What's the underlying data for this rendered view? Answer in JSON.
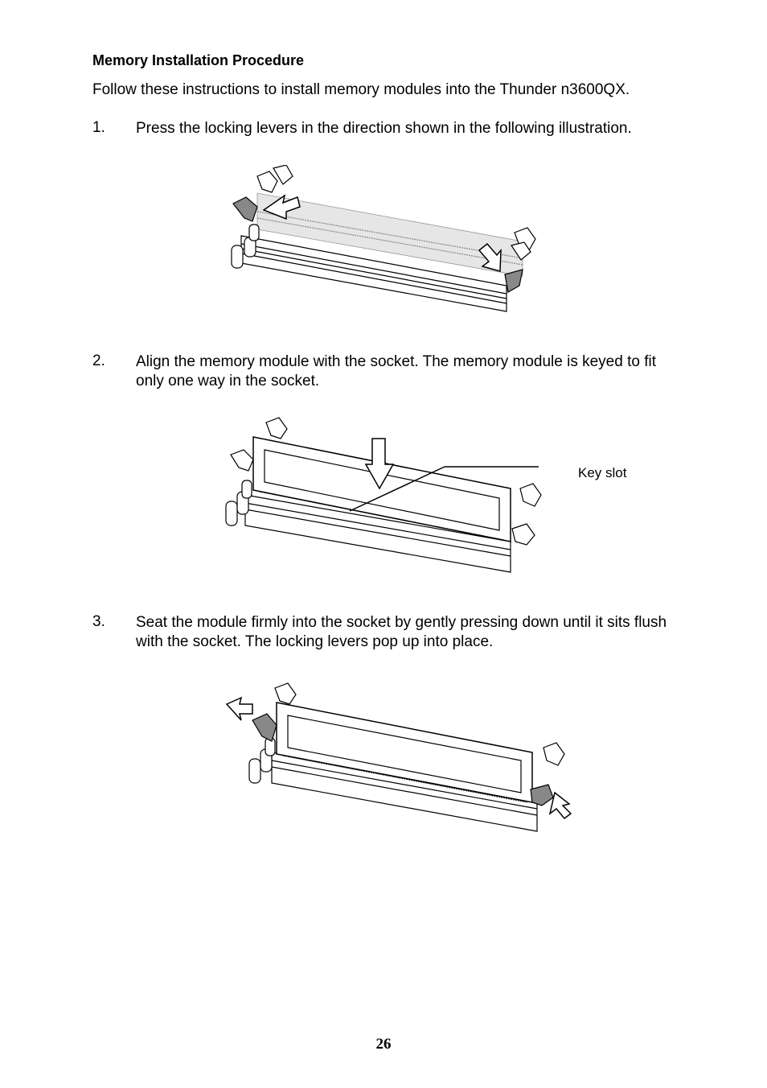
{
  "heading": "Memory Installation Procedure",
  "intro": "Follow these instructions to install memory modules into the Thunder n3600QX.",
  "steps": [
    {
      "number": "1.",
      "text": "Press the locking levers in the direction shown in the following illustration."
    },
    {
      "number": "2.",
      "text": "Align the memory module with the socket. The memory module is keyed to fit only one way in the socket."
    },
    {
      "number": "3.",
      "text": "Seat the module firmly into the socket by gently pressing down until it sits flush with the socket. The locking levers pop up into place."
    }
  ],
  "callout": "Key slot",
  "page_number": "26"
}
